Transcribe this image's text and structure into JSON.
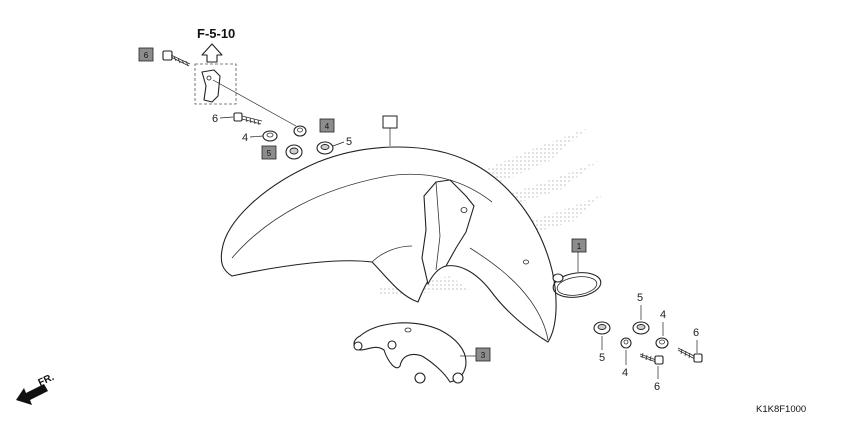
{
  "reference": {
    "label": "F-5-10"
  },
  "diagram_code": "K1K8F1000",
  "direction_label": "FR.",
  "callouts": {
    "boxed": [
      "6",
      "4",
      "5",
      "1",
      "3"
    ],
    "plain": [
      "6",
      "4",
      "5",
      "5",
      "4",
      "6",
      "5",
      "4",
      "6"
    ]
  },
  "colors": {
    "box_fill": "#8c8c8c",
    "outline": "#222222",
    "watermark": "#d9d9d9"
  }
}
